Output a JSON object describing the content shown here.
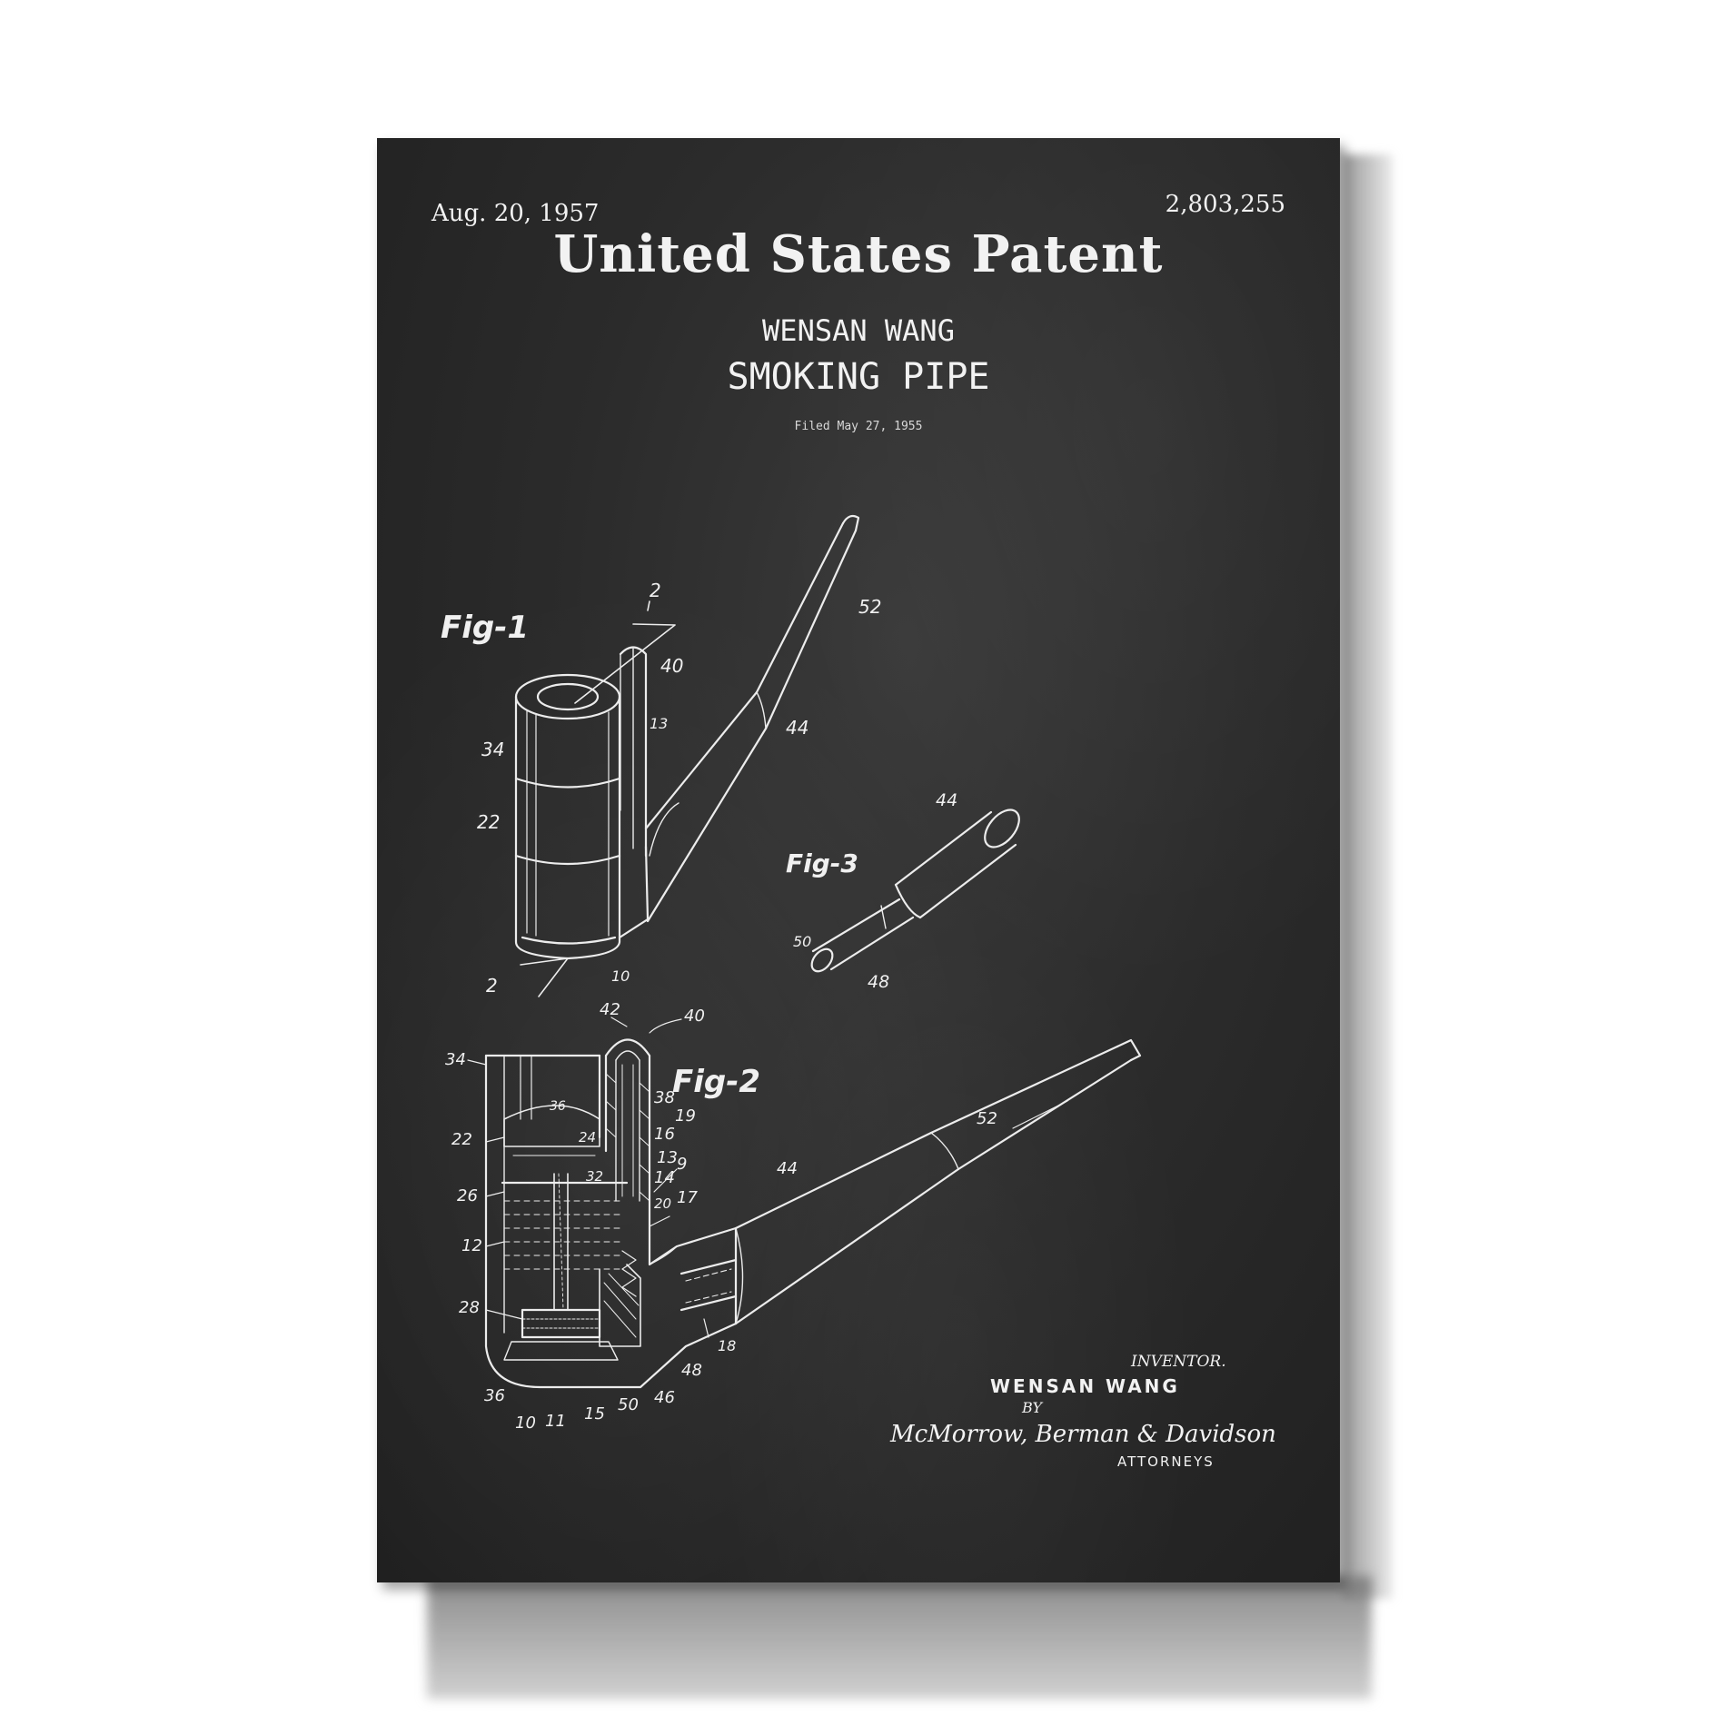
{
  "header": {
    "date": "Aug. 20, 1957",
    "patent_number": "2,803,255",
    "title": "United States Patent"
  },
  "subject": {
    "inventor": "WENSAN WANG",
    "invention": "SMOKING PIPE",
    "filed": "Filed May 27, 1955"
  },
  "figures": {
    "fig1": "Fig-1",
    "fig2": "Fig-2",
    "fig3": "Fig-3",
    "section_mark": "2"
  },
  "fig1_labels": [
    "2",
    "52",
    "40",
    "13",
    "44",
    "34",
    "22",
    "2",
    "10"
  ],
  "fig3_labels": [
    "44",
    "50",
    "48"
  ],
  "fig2_labels": [
    "42",
    "40",
    "34",
    "36",
    "38",
    "19",
    "16",
    "22",
    "24",
    "13",
    "9",
    "14",
    "32",
    "17",
    "20",
    "26",
    "12",
    "28",
    "36",
    "10",
    "11",
    "15",
    "50",
    "46",
    "48",
    "18",
    "44",
    "52"
  ],
  "signature": {
    "inventor_label": "INVENTOR.",
    "inventor_name": "WENSAN WANG",
    "by": "BY",
    "attorneys_names": "McMorrow, Berman & Davidson",
    "attorneys_label": "ATTORNEYS"
  },
  "colors": {
    "chalkboard": "#2b2b2b",
    "chalk": "#f2f2f2"
  }
}
